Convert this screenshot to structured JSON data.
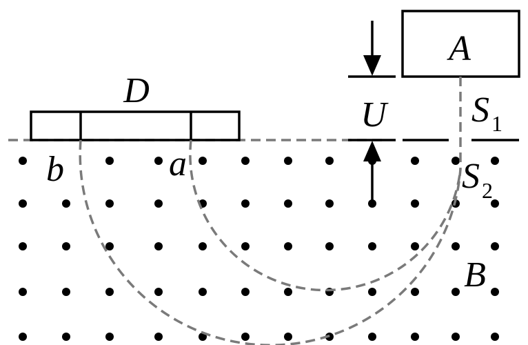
{
  "labels": {
    "A": "A",
    "D": "D",
    "U": "U",
    "S1_main": "S",
    "S1_sub": "1",
    "S2_main": "S",
    "S2_sub": "2",
    "a": "a",
    "b": "b",
    "B": "B"
  },
  "colors": {
    "ink": "#000000",
    "path": "#7a7a7a",
    "background": "#ffffff"
  }
}
